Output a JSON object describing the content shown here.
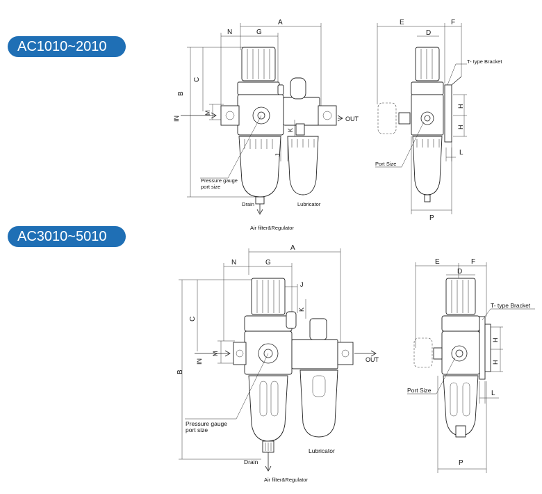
{
  "sections": [
    {
      "model_label": "AC1010~2010",
      "main_view": {
        "dims": {
          "A": "A",
          "N": "N",
          "G": "G",
          "B": "B",
          "C": "C",
          "M": "M",
          "J": "J",
          "K": "K"
        },
        "in_label": "IN",
        "out_label": "OUT",
        "pressure_gauge_line1": "Pressure gauge",
        "pressure_gauge_line2": "port size",
        "drain_label": "Drain",
        "lubricator_label": "Lubricator",
        "caption": "Air filter&Regulator"
      },
      "side_view": {
        "dims": {
          "E": "E",
          "F": "F",
          "D": "D",
          "H1": "H",
          "H2": "H",
          "L": "L",
          "P": "P"
        },
        "bracket_label": "T- type Bracket",
        "port_size_label": "Port Size"
      }
    },
    {
      "model_label": "AC3010~5010",
      "main_view": {
        "dims": {
          "A": "A",
          "N": "N",
          "G": "G",
          "B": "B",
          "C": "C",
          "M": "M",
          "J": "J",
          "K": "K"
        },
        "in_label": "IN",
        "out_label": "OUT",
        "pressure_gauge_line1": "Pressure gauge",
        "pressure_gauge_line2": "port size",
        "drain_label": "Drain",
        "lubricator_label": "Lubricator",
        "caption": "Air filter&Regulator"
      },
      "side_view": {
        "dims": {
          "E": "E",
          "F": "F",
          "D": "D",
          "H1": "H",
          "H2": "H",
          "L": "L",
          "P": "P"
        },
        "bracket_label": "T- type Bracket",
        "port_size_label": "Port Size"
      }
    }
  ],
  "colors": {
    "badge_bg": "#1f6fb5",
    "badge_text": "#ffffff",
    "line": "#222222"
  }
}
